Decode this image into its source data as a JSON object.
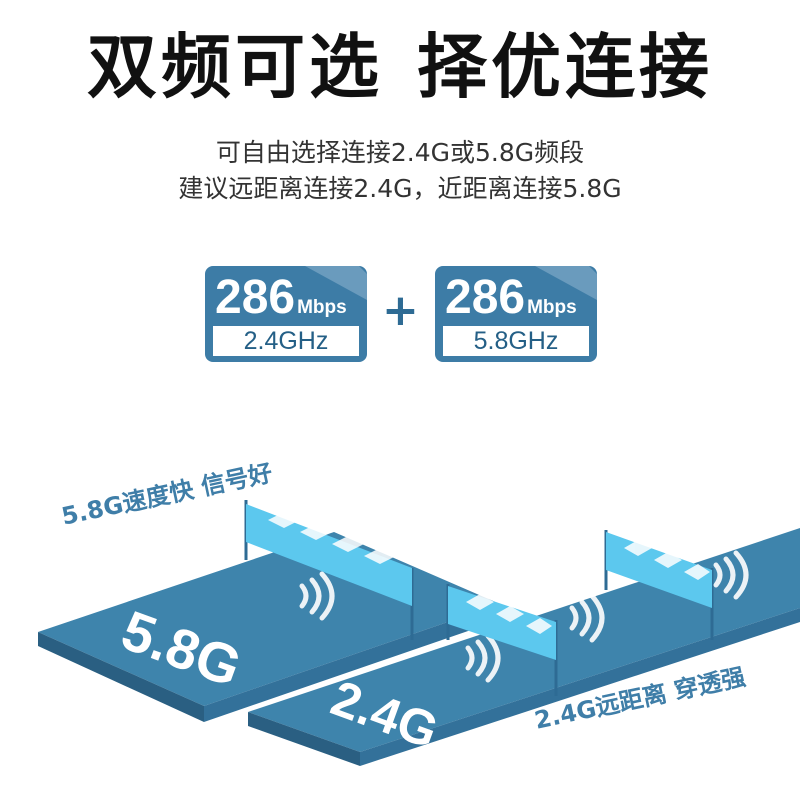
{
  "headline": {
    "part1": "双频可选",
    "part2": "择优连接"
  },
  "subtitle": {
    "line1": "可自由选择连接2.4G或5.8G频段",
    "line2": "建议远距离连接2.4G，近距离连接5.8G"
  },
  "badges": [
    {
      "speed": "286",
      "unit": "Mbps",
      "band": "2.4GHz"
    },
    {
      "speed": "286",
      "unit": "Mbps",
      "band": "5.8GHz"
    }
  ],
  "plus_sign": "+",
  "illustration": {
    "slab_58_label": "5.8G",
    "slab_24_label": "2.4G",
    "slogan_58": "5.8G速度快 信号好",
    "slogan_24": "2.4G远距离 穿透强"
  },
  "colors": {
    "brand_blue": "#3f7ea8",
    "badge_blue": "#3d7ca6",
    "slab_top": "#3e84ac",
    "slab_side": "#2a5f82",
    "stripe_cyan": "#5cc8ee"
  }
}
